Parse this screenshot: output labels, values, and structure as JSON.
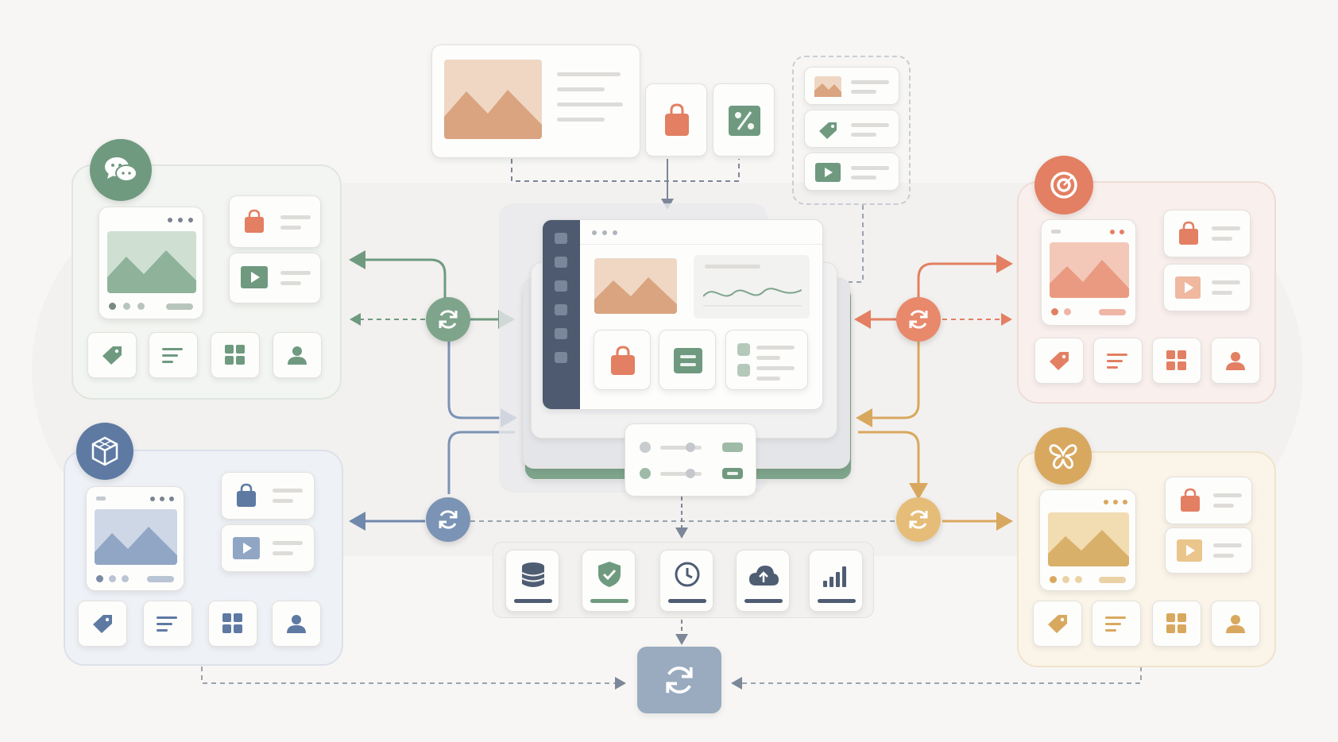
{
  "colors": {
    "background": "#f7f6f4",
    "green": "#6f9a80",
    "blue": "#6f88ab",
    "red": "#e37f62",
    "gold": "#e0b26a",
    "slate": "#4f5d73",
    "line_gray": "#9aa3b0"
  },
  "regions": [
    {
      "name": "green-platform",
      "badge_icon": "chat-icon",
      "accent": "#6f9a80"
    },
    {
      "name": "blue-platform",
      "badge_icon": "cube-icon",
      "accent": "#6f88ab"
    },
    {
      "name": "red-platform",
      "badge_icon": "target-icon",
      "accent": "#e37f62"
    },
    {
      "name": "gold-platform",
      "badge_icon": "butterfly-icon",
      "accent": "#e0b26a"
    }
  ],
  "region_tiles": [
    "tag-icon",
    "text-lines-icon",
    "grid-icon",
    "user-icon"
  ],
  "top_content": [
    "image-card",
    "shopping-bag-icon",
    "percent-coupon-icon"
  ],
  "top_right_list": [
    "image-icon",
    "tag-icon",
    "play-icon"
  ],
  "services": [
    "database-icon",
    "shield-check-icon",
    "clock-icon",
    "cloud-upload-icon",
    "bar-chart-icon"
  ],
  "sync_hub_icon": "sync-icon"
}
